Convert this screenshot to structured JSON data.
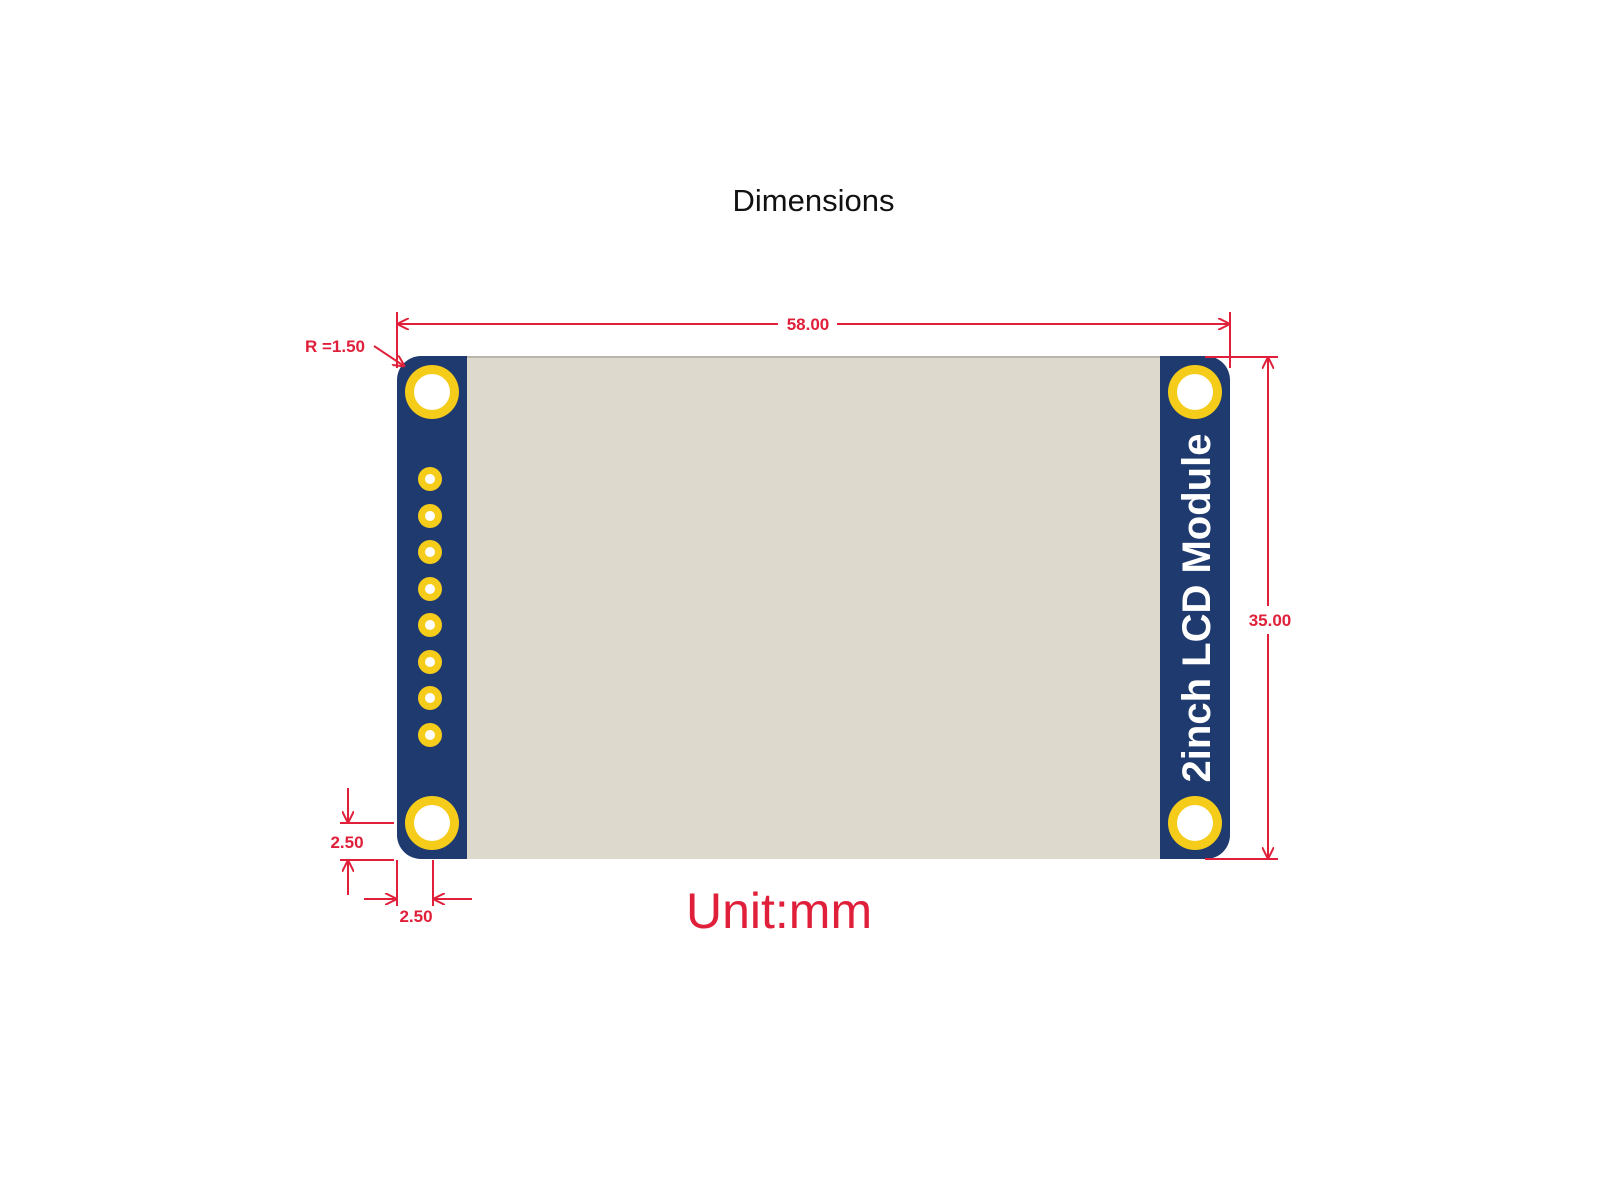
{
  "title": "Dimensions",
  "board": {
    "label": "2inch LCD Module",
    "header_pin_count": 8,
    "colors": {
      "pcb": "#1e3a6e",
      "screen": "#ddd9cd",
      "pad": "#f5cc1a",
      "hole": "#ffffff",
      "dimension": "#e0203a"
    }
  },
  "dimensions": {
    "width": "58.00",
    "height": "35.00",
    "corner_radius": "R =1.50",
    "hole_offset_vertical": "2.50",
    "hole_offset_horizontal": "2.50"
  },
  "unit": "Unit:mm"
}
